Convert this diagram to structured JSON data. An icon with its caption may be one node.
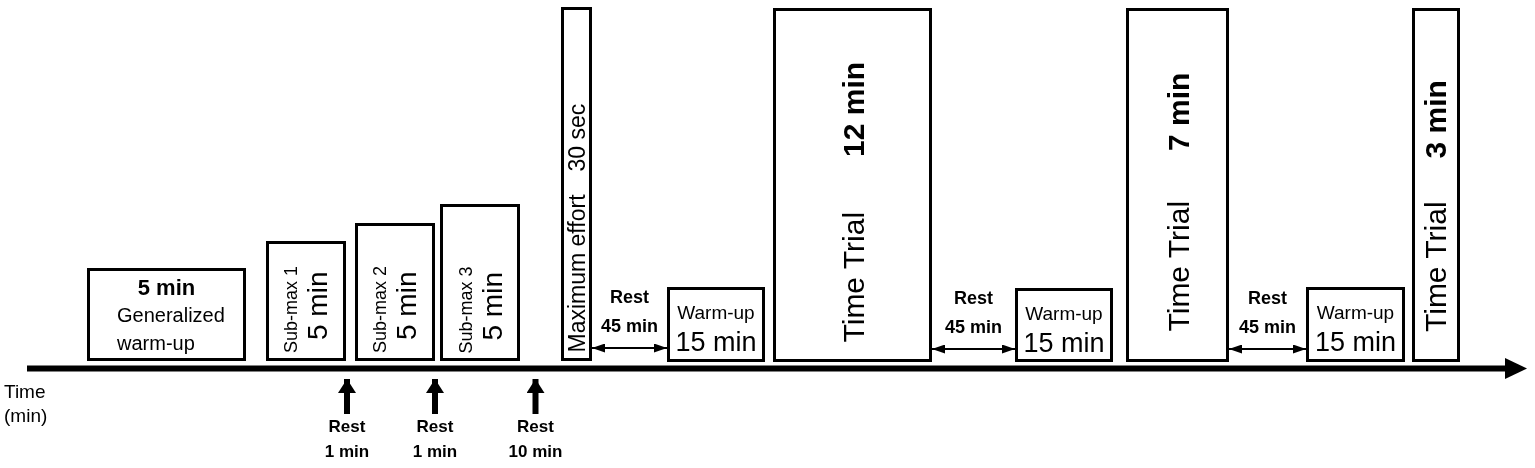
{
  "diagram": {
    "nodes": [
      {
        "text": [
          "5 min",
          "Generalized warm-up"
        ]
      },
      {
        "text": [
          "Sub-max 1",
          "5 min"
        ]
      },
      {
        "text": [
          "Sub-max 2",
          "5 min"
        ]
      },
      {
        "text": [
          "Sub-max 3",
          "5 min"
        ]
      },
      {
        "text": [
          "Maximum effort",
          "30 sec"
        ]
      },
      {
        "text": [
          "Warm-up",
          "15 min"
        ]
      },
      {
        "text": [
          "Time Trial",
          "12 min"
        ]
      },
      {
        "text": [
          "Warm-up",
          "15 min"
        ]
      },
      {
        "text": [
          "Time Trial",
          "7 min"
        ]
      },
      {
        "text": [
          "Warm-up",
          "15 min"
        ]
      },
      {
        "text": [
          "Time Trial",
          "3 min"
        ]
      },
      {
        "text": [],
        "shape": "arrow",
        "beside": [
          "Time (min)"
        ]
      },
      {
        "text": [
          "Rest 1 min"
        ]
      },
      {
        "text": [
          "Rest 1 min"
        ]
      },
      {
        "text": [
          "Rest 10 min"
        ]
      }
    ],
    "edges": [
      {
        "from": 12,
        "to": 11,
        "arrow": "to",
        "style": "thick"
      },
      {
        "from": 13,
        "to": 11,
        "arrow": "to",
        "style": "thick"
      },
      {
        "from": 14,
        "to": 11,
        "arrow": "to",
        "style": "thick"
      },
      {
        "from": 4,
        "to": 5,
        "arrow": "both",
        "label": "Rest 45 min"
      },
      {
        "from": 6,
        "to": 7,
        "arrow": "both",
        "label": "Rest 45 min"
      },
      {
        "from": 8,
        "to": 9,
        "arrow": "both",
        "label": "Rest 45 min"
      }
    ]
  }
}
